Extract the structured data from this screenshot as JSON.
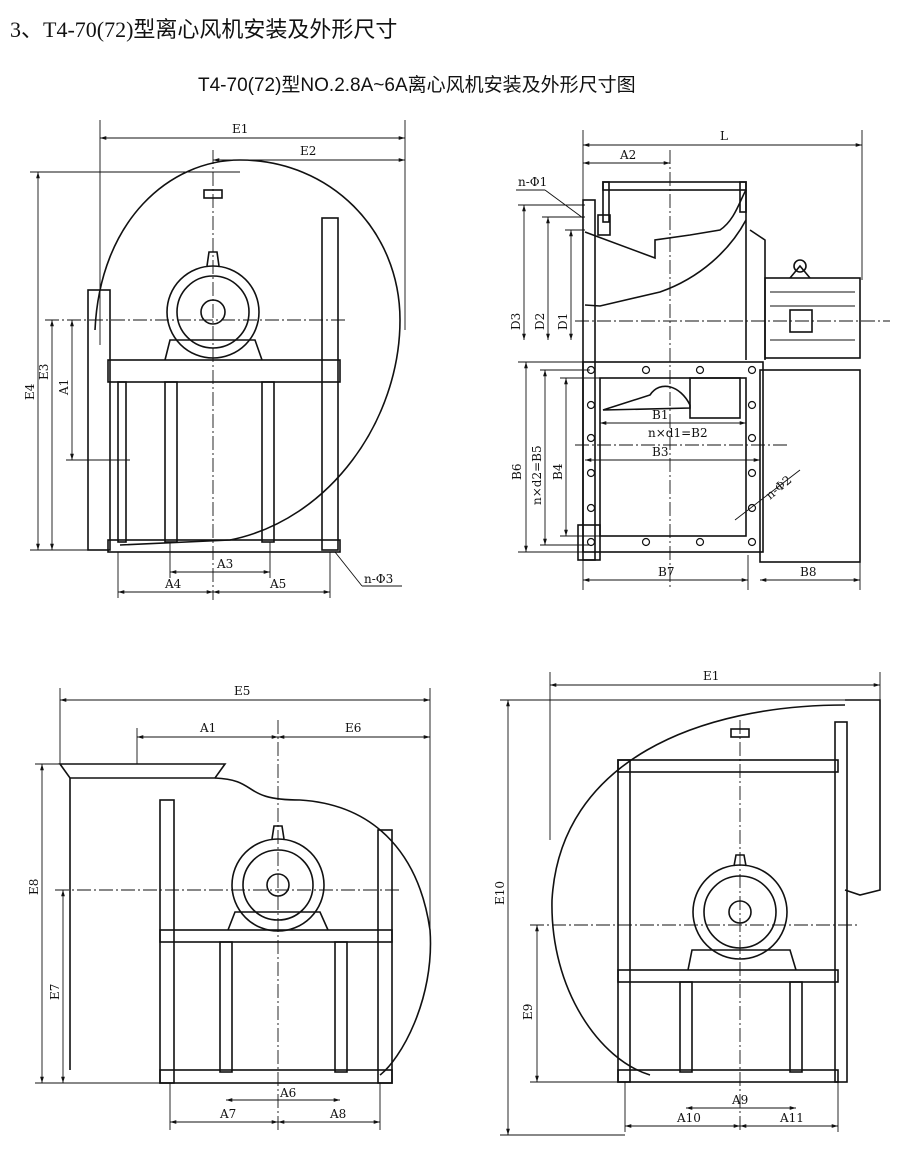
{
  "title": "3、T4-70(72)型离心风机安装及外形尺寸",
  "subtitle": "T4-70(72)型NO.2.8A~6A离心风机安装及外形尺寸图",
  "views": {
    "front_top": {
      "E1": "E1",
      "E2": "E2",
      "E3": "E3",
      "E4": "E4",
      "A1": "A1",
      "A3": "A3",
      "A4": "A4",
      "A5": "A5",
      "n_phi3": "n-Φ3"
    },
    "side_top": {
      "L": "L",
      "A2": "A2",
      "n_phi1": "n-Φ1",
      "D1": "D1",
      "D2": "D2",
      "D3": "D3",
      "B1": "B1",
      "B2": "n×d1=B2",
      "B3": "B3",
      "B4": "B4",
      "B5": "n×d2=B5",
      "B6": "B6",
      "B7": "B7",
      "B8": "B8",
      "n_phi2": "n-Φ2"
    },
    "front_bottom_left": {
      "E5": "E5",
      "A1": "A1",
      "E6": "E6",
      "E7": "E7",
      "E8": "E8",
      "A6": "A6",
      "A7": "A7",
      "A8": "A8"
    },
    "front_bottom_right": {
      "E1": "E1",
      "E9": "E9",
      "E10": "E10",
      "A9": "A9",
      "A10": "A10",
      "A11": "A11"
    }
  }
}
